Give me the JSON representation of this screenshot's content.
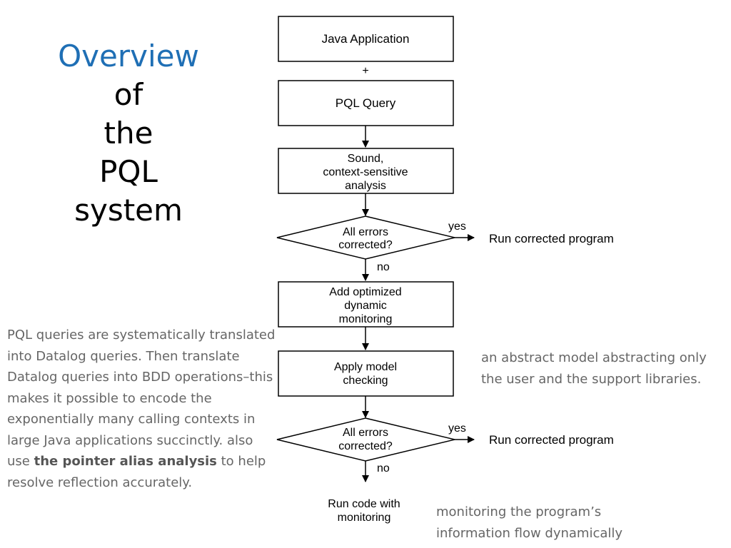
{
  "title": {
    "word1": "Overview",
    "word2": "of",
    "word3": "the",
    "word4": "PQL",
    "word5": "system"
  },
  "flowchart": {
    "box1": "Java Application",
    "plus": "+",
    "box2": "PQL Query",
    "box3": [
      "Sound,",
      "context-sensitive",
      "analysis"
    ],
    "decision1": [
      "All errors",
      "corrected?"
    ],
    "yes1": "yes",
    "no1": "no",
    "result1": "Run corrected  program",
    "box4": [
      "Add optimized",
      "dynamic",
      "monitoring"
    ],
    "box5": [
      "Apply model",
      "checking"
    ],
    "decision2": [
      "All errors",
      "corrected?"
    ],
    "yes2": "yes",
    "no2": "no",
    "result2": "Run corrected  program",
    "final": [
      "Run code with",
      "monitoring"
    ]
  },
  "notes": {
    "left_part1": "PQL queries are systematically translated into Datalog queries. Then translate Datalog queries into BDD operations–this makes it possible to encode the exponentially many calling contexts in large Java applications succinctly. also use ",
    "left_bold": "the pointer alias analysis",
    "left_part2": " to help resolve reflection accurately.",
    "right": "an abstract model abstracting only the user and the support libraries.",
    "bottom": "monitoring the program’s information flow dynamically"
  }
}
